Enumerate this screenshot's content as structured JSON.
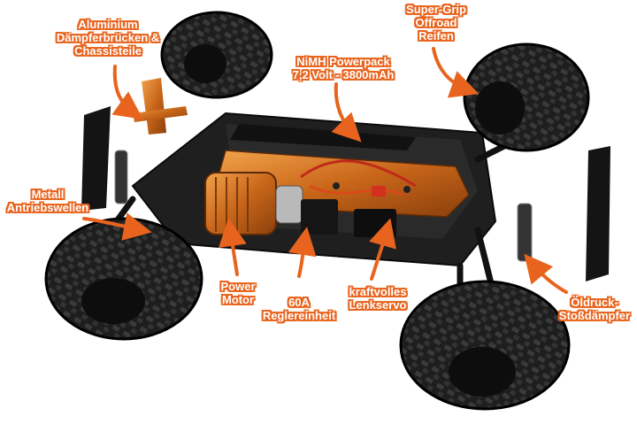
{
  "colors": {
    "accent": "#e8641e",
    "chassis": "#1c1c1c",
    "tire": "#1a1a1a",
    "copper": "#d67a1c"
  },
  "labels": {
    "aluminium": [
      "Aluminium",
      "Dämpferbrücken &",
      "Chassisteile"
    ],
    "tires": [
      "Super-Grip",
      "Offroad",
      "Reifen"
    ],
    "powerpack": [
      "NiMH Powerpack",
      "7,2 Volt - 3800mAh"
    ],
    "driveshaft": [
      "Metall",
      "Antriebswellen"
    ],
    "motor": [
      "Power",
      "Motor"
    ],
    "esc": [
      "60A",
      "Reglereinheit"
    ],
    "servo": [
      "kraftvolles",
      "Lenkservo"
    ],
    "shocks": [
      "Öldruck-",
      "Stoßdämpfer"
    ]
  }
}
